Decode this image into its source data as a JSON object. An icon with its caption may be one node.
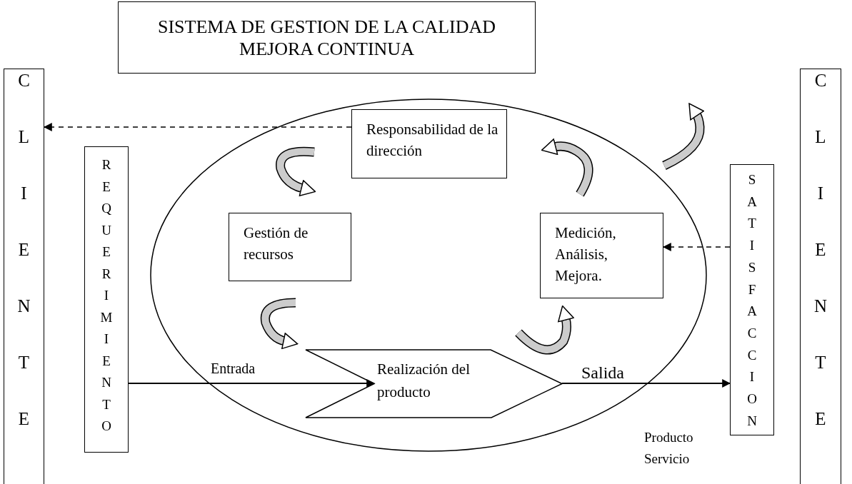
{
  "diagram": {
    "nodes": [
      {
        "text": [
          "SISTEMA DE GESTION DE LA CALIDAD MEJORA CONTINUA"
        ]
      },
      {
        "text": [
          "CLIENTE"
        ]
      },
      {
        "text": [
          "REQUERIMIENTO"
        ]
      },
      {
        "text": [],
        "shape": "ellipse"
      },
      {
        "text": [
          "Responsabilidad de la dirección"
        ],
        "in": 3
      },
      {
        "text": [
          "Gestión de recursos"
        ],
        "in": 3
      },
      {
        "text": [
          "Medición, Análisis, Mejora."
        ],
        "in": 3
      },
      {
        "text": [
          "Realización del producto"
        ],
        "in": 3
      },
      {
        "text": [
          "SATISFACCION"
        ]
      },
      {
        "text": [
          "CLIENTE"
        ]
      }
    ],
    "edges": [
      {
        "from": 4,
        "to": 1,
        "arrow": "to",
        "style": "dashed"
      },
      {
        "from": 8,
        "to": 6,
        "arrow": "to",
        "style": "dashed"
      },
      {
        "from": 2,
        "to": 7,
        "arrow": "to",
        "label": "Entrada"
      },
      {
        "from": 7,
        "to": 8,
        "arrow": "to",
        "label": "Salida"
      }
    ],
    "labels": [
      "Producto Servicio"
    ]
  }
}
